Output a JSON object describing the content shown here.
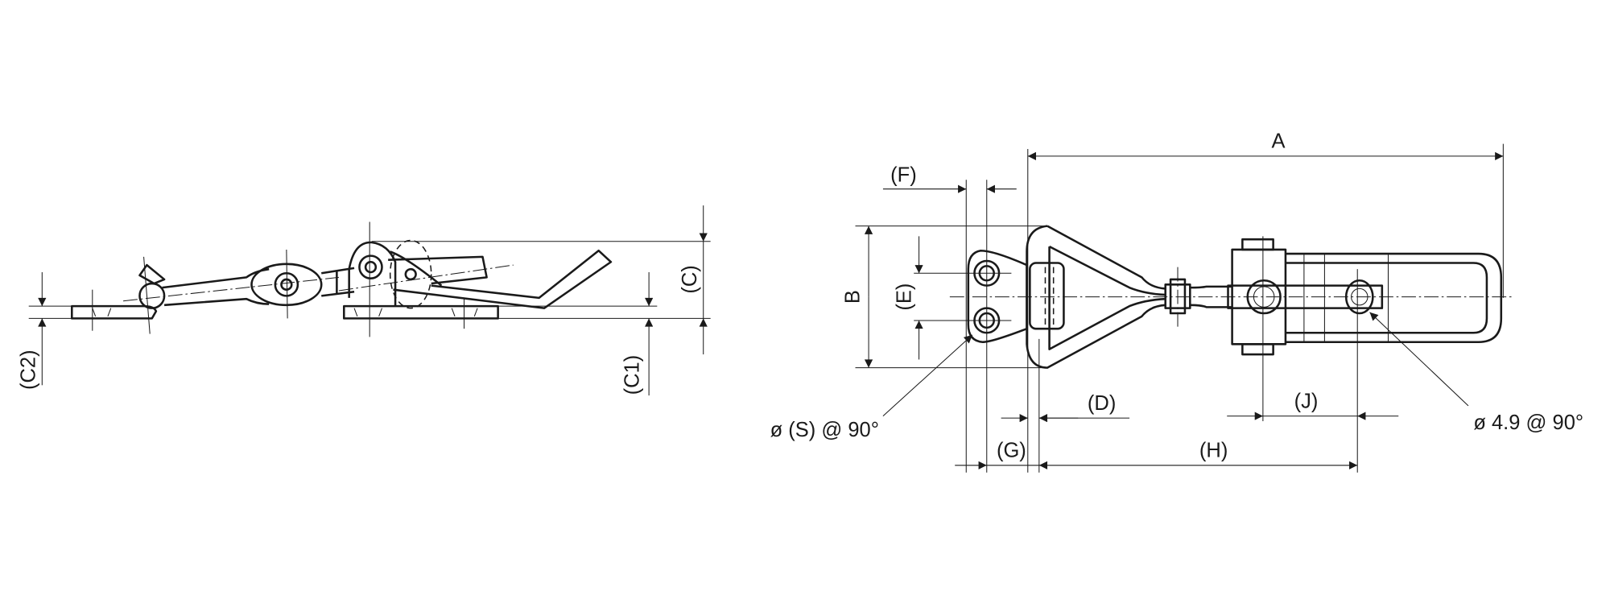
{
  "side_view": {
    "labels": {
      "c": "(C)",
      "c1": "(C1)",
      "c2": "(C2)"
    }
  },
  "top_view": {
    "labels": {
      "a": "A",
      "b": "B",
      "d": "(D)",
      "e": "(E)",
      "f": "(F)",
      "g": "(G)",
      "h": "(H)",
      "j": "(J)",
      "hole_s": "ø (S) @ 90°",
      "hole_49": "ø 4.9 @ 90°"
    }
  },
  "colors": {
    "line": "#1a1a1a",
    "background": "#ffffff"
  }
}
